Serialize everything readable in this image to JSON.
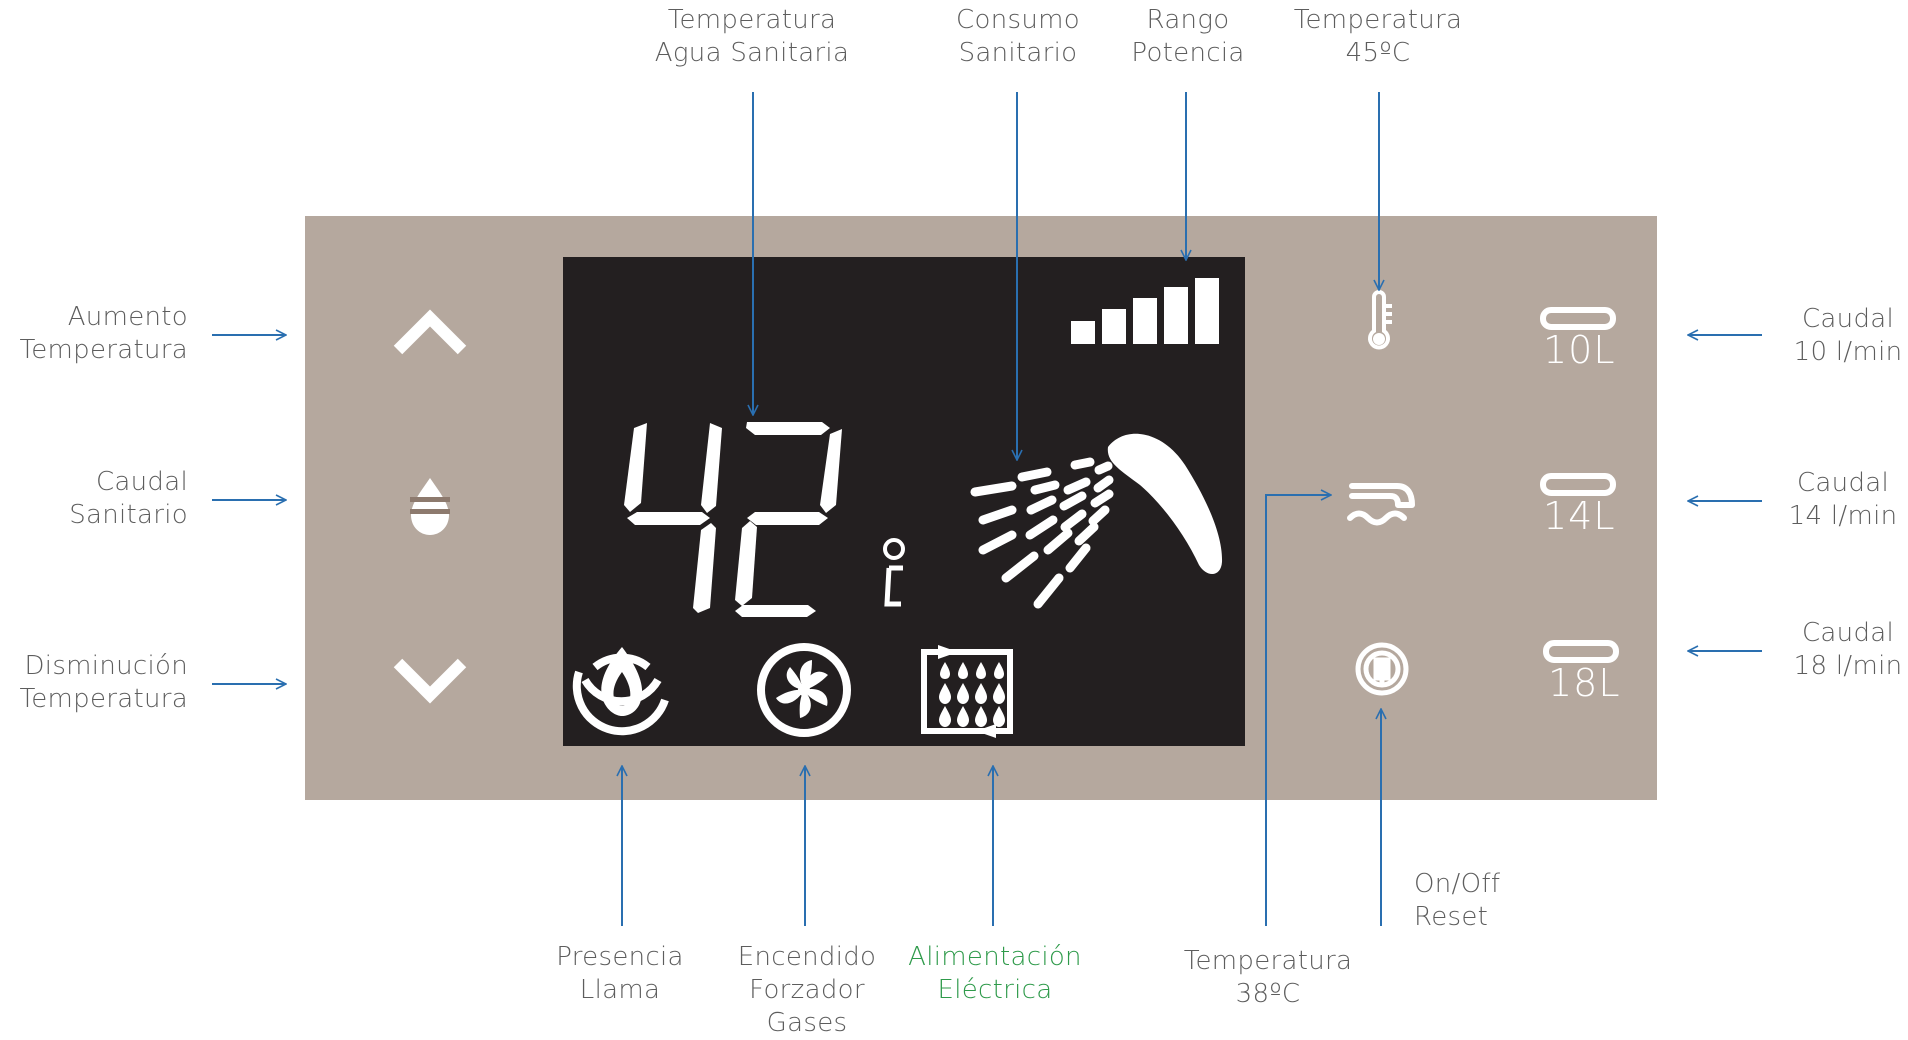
{
  "display": {
    "temperature_value": "42",
    "temperature_unit": "°C",
    "power_bars_lit": 5
  },
  "buttons": {
    "flow_10": "10L",
    "flow_14": "14L",
    "flow_18": "18L"
  },
  "labels": {
    "aumento_1": "Aumento",
    "aumento_2": "Temperatura",
    "caudal_san_1": "Caudal",
    "caudal_san_2": "Sanitario",
    "disminucion_1": "Disminución",
    "disminucion_2": "Temperatura",
    "temp_agua_1": "Temperatura",
    "temp_agua_2": "Agua Sanitaria",
    "consumo_1": "Consumo",
    "consumo_2": "Sanitario",
    "rango_1": "Rango",
    "rango_2": "Potencia",
    "temp45_1": "Temperatura",
    "temp45_2": "45ºC",
    "caudal10_1": "Caudal",
    "caudal10_2": "10 l/min",
    "caudal14_1": "Caudal",
    "caudal14_2": "14 l/min",
    "caudal18_1": "Caudal",
    "caudal18_2": "18 l/min",
    "llama_1": "Presencia",
    "llama_2": "Llama",
    "forzador_1": "Encendido",
    "forzador_2": "Forzador",
    "forzador_3": "Gases",
    "alim_1": "Alimentación",
    "alim_2": "Eléctrica",
    "temp38_1": "Temperatura",
    "temp38_2": "38ºC",
    "onoff_1": "On/Off",
    "onoff_2": "Reset"
  },
  "colors": {
    "panel": "#b5a89e",
    "lcd": "#231f20",
    "arrow": "#2a6fb0",
    "label": "#5d5d5d",
    "label_highlight": "#2e9a4a"
  }
}
